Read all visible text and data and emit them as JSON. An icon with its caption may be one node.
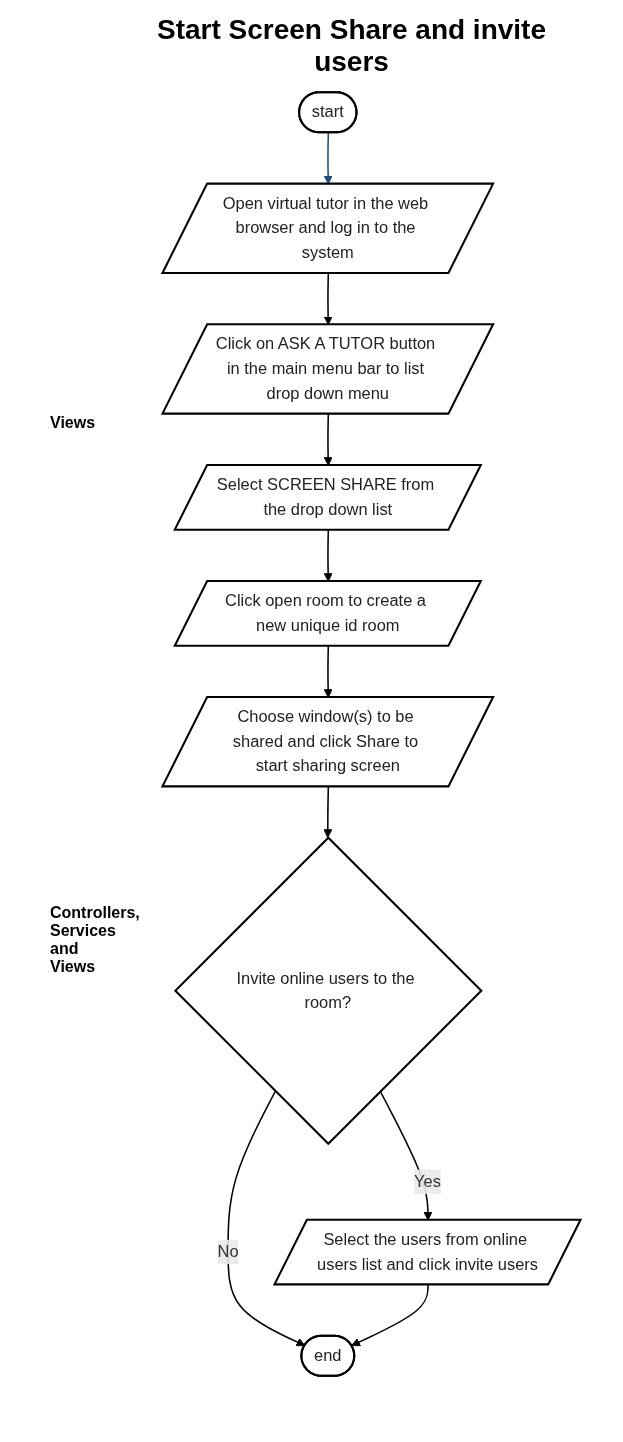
{
  "diagram": {
    "title": "Start Screen Share and invite users",
    "nodes": [
      {
        "text": [
          "start"
        ]
      },
      {
        "text": [
          "Open virtual tutor in the web browser and log in to the system"
        ]
      },
      {
        "text": [
          "Click on ASK A TUTOR button in the main menu bar to list drop down menu"
        ]
      },
      {
        "text": [
          "Select SCREEN SHARE from the drop down list"
        ]
      },
      {
        "text": [
          "Click open room to create a new unique id room"
        ]
      },
      {
        "text": [
          "Choose window(s) to be shared and click Share to start sharing screen"
        ]
      },
      {
        "text": [
          "Invite online users to the room?"
        ]
      },
      {
        "text": [
          "Select the users from online users list and click invite users"
        ]
      },
      {
        "text": [
          "end"
        ]
      }
    ],
    "edges": [
      {
        "from": 0,
        "to": 1,
        "arrow": "to",
        "color": "#1f4e79"
      },
      {
        "from": 1,
        "to": 2,
        "arrow": "to"
      },
      {
        "from": 2,
        "to": 3,
        "arrow": "to"
      },
      {
        "from": 3,
        "to": 4,
        "arrow": "to"
      },
      {
        "from": 4,
        "to": 5,
        "arrow": "to"
      },
      {
        "from": 5,
        "to": 6,
        "arrow": "to"
      },
      {
        "from": 6,
        "to": 7,
        "arrow": "to",
        "label": "Yes"
      },
      {
        "from": 6,
        "to": 8,
        "arrow": "to",
        "label": "No"
      },
      {
        "from": 7,
        "to": 8,
        "arrow": "to"
      }
    ],
    "labels": [
      "Views",
      "Controllers, Services and Views"
    ]
  }
}
